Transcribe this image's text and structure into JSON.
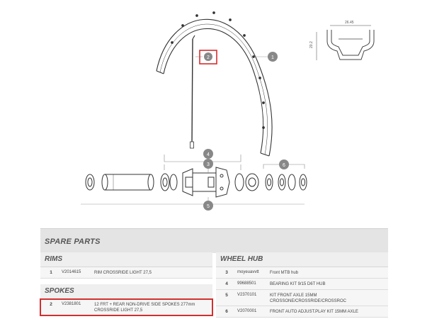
{
  "diagram": {
    "callouts": [
      "1",
      "2",
      "3",
      "4",
      "5",
      "6"
    ],
    "profile": {
      "width_label": "26.45",
      "height_label": "20.2"
    }
  },
  "spare_parts": {
    "title": "SPARE PARTS",
    "rims": {
      "heading": "RIMS",
      "rows": [
        {
          "num": "1",
          "ref": "V2014615",
          "desc": "RIM CROSSRIDE LIGHT 27,5"
        }
      ]
    },
    "spokes": {
      "heading": "SPOKES",
      "rows": [
        {
          "num": "2",
          "ref": "V2381801",
          "desc": "12 FRT + REAR NON-DRIVE SIDE SPOKES 277mm CROSSRIDE LIGHT 27,5"
        }
      ]
    },
    "wheel_hub": {
      "heading": "WHEEL HUB",
      "rows": [
        {
          "num": "3",
          "ref": "moyeuavvtt",
          "desc": "Front MTB hub"
        },
        {
          "num": "4",
          "ref": "99688501",
          "desc": "BEARING KIT 9/15 D6T HUB"
        },
        {
          "num": "5",
          "ref": "V2370101",
          "desc": "KIT FRONT AXLE 15MM CROSSONE/CROSSRIDE/CROSSROC"
        },
        {
          "num": "6",
          "ref": "V2070001",
          "desc": "FRONT AUTO ADJUST.PLAY KIT 15MM AXLE"
        }
      ]
    }
  },
  "colors": {
    "highlight": "#d32f2f",
    "line": "#555555",
    "panel": "#e4e4e4"
  }
}
